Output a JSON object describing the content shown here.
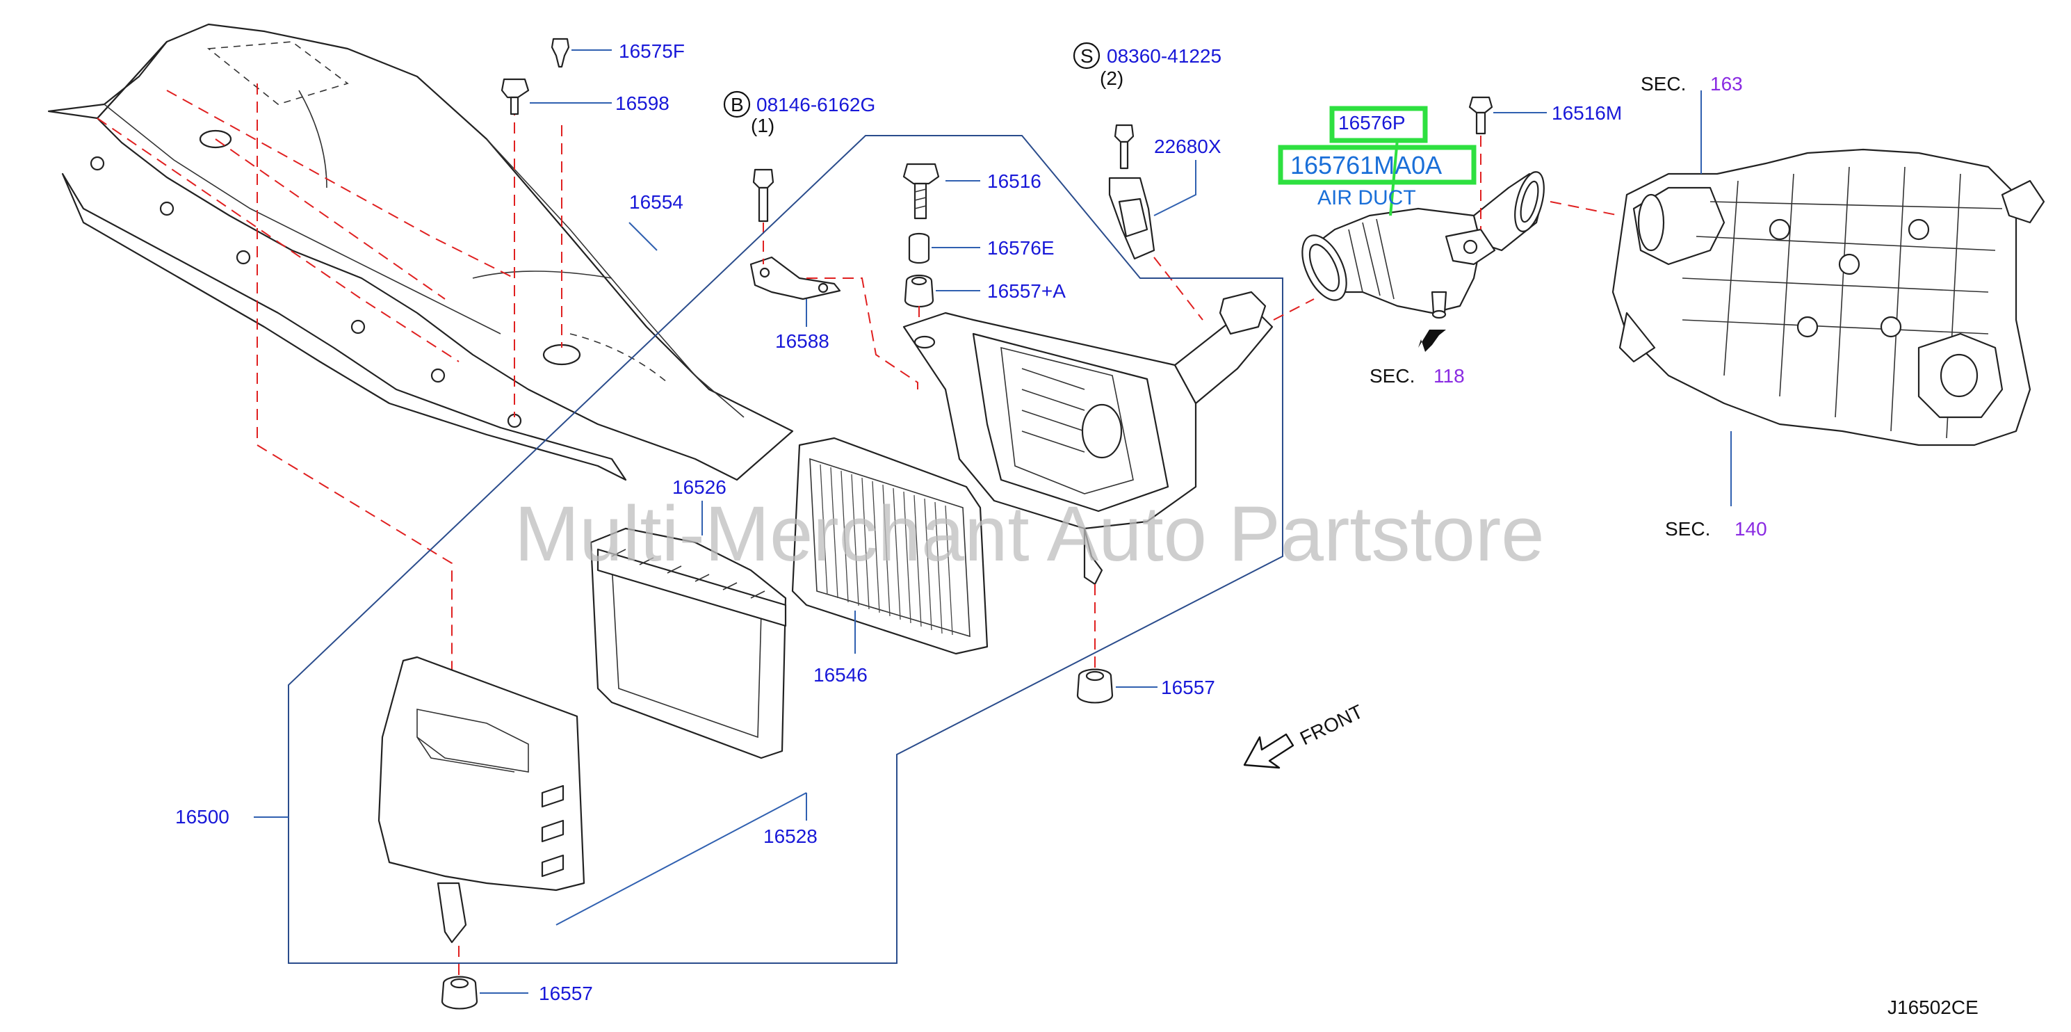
{
  "watermark": "Multi-Merchant Auto Partstore",
  "diagram_code": "J16502CE",
  "front_label": "FRONT",
  "highlight": {
    "primary_part": "16576P",
    "alt_part": "165761MA0A",
    "description": "AIR DUCT"
  },
  "parts": {
    "p16575F": "16575F",
    "p16598": "16598",
    "p16554": "16554",
    "p16588": "16588",
    "p16516": "16516",
    "p16576E": "16576E",
    "p16557A": "16557+A",
    "p22680X": "22680X",
    "p16516M": "16516M",
    "p16526": "16526",
    "p16546": "16546",
    "p16557_mid": "16557",
    "p16528": "16528",
    "p16500": "16500",
    "p16557_bottom": "16557"
  },
  "bolts": {
    "b_circle": "B",
    "b_number": "08146-6162G",
    "b_qty": "(1)",
    "s_circle": "S",
    "s_number": "08360-41225",
    "s_qty": "(2)"
  },
  "sections": {
    "sec_label": "SEC.",
    "sec118": "118",
    "sec163": "163",
    "sec140": "140"
  }
}
